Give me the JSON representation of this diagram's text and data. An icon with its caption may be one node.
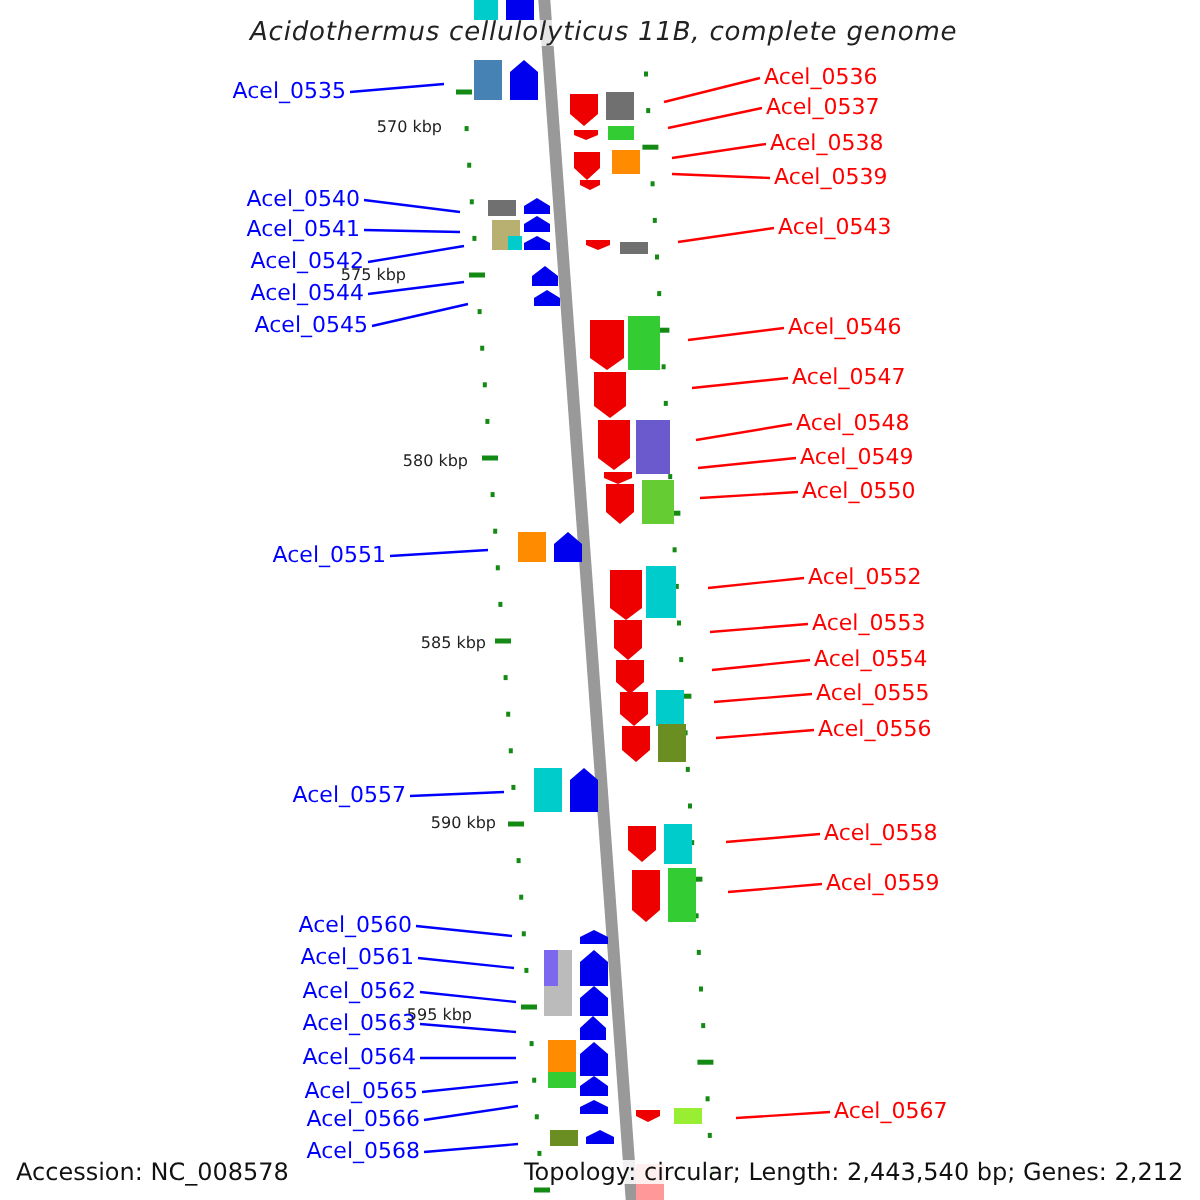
{
  "diagram": {
    "title": "Acidothermus cellulolyticus 11B, complete genome",
    "nodes": [
      {
        "text": [
          "Acel_0536"
        ]
      },
      {
        "text": [
          "Acel_0535"
        ]
      },
      {
        "text": [
          "Acel_0537"
        ]
      },
      {
        "text": [
          "Acel_0538"
        ]
      },
      {
        "text": [
          "Acel_0539"
        ]
      },
      {
        "text": [
          "Acel_0540"
        ]
      },
      {
        "text": [
          "Acel_0543"
        ]
      },
      {
        "text": [
          "Acel_0541"
        ]
      },
      {
        "text": [
          "Acel_0542"
        ]
      },
      {
        "text": [
          "Acel_0544"
        ]
      },
      {
        "text": [
          "Acel_0545"
        ]
      },
      {
        "text": [
          "Acel_0546"
        ]
      },
      {
        "text": [
          "Acel_0547"
        ]
      },
      {
        "text": [
          "Acel_0548"
        ]
      },
      {
        "text": [
          "Acel_0549"
        ]
      },
      {
        "text": [
          "Acel_0550"
        ]
      },
      {
        "text": [
          "Acel_0551"
        ]
      },
      {
        "text": [
          "Acel_0552"
        ]
      },
      {
        "text": [
          "Acel_0553"
        ]
      },
      {
        "text": [
          "Acel_0554"
        ]
      },
      {
        "text": [
          "Acel_0555"
        ]
      },
      {
        "text": [
          "Acel_0556"
        ]
      },
      {
        "text": [
          "Acel_0557"
        ]
      },
      {
        "text": [
          "Acel_0558"
        ]
      },
      {
        "text": [
          "Acel_0559"
        ]
      },
      {
        "text": [
          "Acel_0560"
        ]
      },
      {
        "text": [
          "Acel_0561"
        ]
      },
      {
        "text": [
          "Acel_0562"
        ]
      },
      {
        "text": [
          "Acel_0563"
        ]
      },
      {
        "text": [
          "Acel_0564"
        ]
      },
      {
        "text": [
          "Acel_0565"
        ]
      },
      {
        "text": [
          "Acel_0567"
        ]
      },
      {
        "text": [
          "Acel_0566"
        ]
      },
      {
        "text": [
          "Acel_0568"
        ]
      }
    ],
    "edges": [
      {
        "from": 0,
        "to": null,
        "arrow": "none"
      },
      {
        "from": 1,
        "to": null,
        "arrow": "none",
        "color": "#0000ff"
      },
      {
        "from": 2,
        "to": null,
        "arrow": "none"
      },
      {
        "from": 3,
        "to": null,
        "arrow": "none"
      },
      {
        "from": 4,
        "to": null,
        "arrow": "none"
      },
      {
        "from": 5,
        "to": null,
        "arrow": "none",
        "color": "#0000ff"
      },
      {
        "from": 6,
        "to": null,
        "arrow": "none"
      },
      {
        "from": 7,
        "to": null,
        "arrow": "none",
        "color": "#0000ff"
      },
      {
        "from": 8,
        "to": null,
        "arrow": "none",
        "color": "#0000ff"
      },
      {
        "from": 9,
        "to": null,
        "arrow": "none",
        "color": "#0000ff"
      },
      {
        "from": 10,
        "to": null,
        "arrow": "none",
        "color": "#0000ff"
      },
      {
        "from": 11,
        "to": null,
        "arrow": "none"
      },
      {
        "from": 12,
        "to": null,
        "arrow": "none"
      },
      {
        "from": 13,
        "to": null,
        "arrow": "none"
      },
      {
        "from": 14,
        "to": null,
        "arrow": "none"
      },
      {
        "from": 15,
        "to": null,
        "arrow": "none"
      },
      {
        "from": 16,
        "to": null,
        "arrow": "none",
        "color": "#0000ff"
      },
      {
        "from": 17,
        "to": null,
        "arrow": "none"
      },
      {
        "from": 18,
        "to": null,
        "arrow": "none"
      },
      {
        "from": 19,
        "to": null,
        "arrow": "none"
      },
      {
        "from": 20,
        "to": null,
        "arrow": "none"
      },
      {
        "from": 21,
        "to": null,
        "arrow": "none"
      },
      {
        "from": 22,
        "to": null,
        "arrow": "none",
        "color": "#0000ff"
      },
      {
        "from": 23,
        "to": null,
        "arrow": "none"
      },
      {
        "from": 24,
        "to": null,
        "arrow": "none"
      },
      {
        "from": 25,
        "to": null,
        "arrow": "none",
        "color": "#0000ff"
      },
      {
        "from": 26,
        "to": null,
        "arrow": "none",
        "color": "#0000ff"
      },
      {
        "from": 27,
        "to": null,
        "arrow": "none",
        "color": "#0000ff"
      },
      {
        "from": 28,
        "to": null,
        "arrow": "none",
        "color": "#0000ff"
      },
      {
        "from": 29,
        "to": null,
        "arrow": "none",
        "color": "#0000ff"
      },
      {
        "from": 30,
        "to": null,
        "arrow": "none",
        "color": "#0000ff"
      },
      {
        "from": 31,
        "to": null,
        "arrow": "none"
      },
      {
        "from": 32,
        "to": null,
        "arrow": "none",
        "color": "#0000ff"
      },
      {
        "from": 33,
        "to": null,
        "arrow": "none",
        "color": "#0000ff"
      }
    ],
    "labels": [
      "570 kbp",
      "575 kbp",
      "580 kbp",
      "585 kbp",
      "590 kbp",
      "595 kbp",
      "Accession: NC_008578",
      "Topology: circular; Length: 2,443,540 bp; Genes: 2,212"
    ]
  }
}
